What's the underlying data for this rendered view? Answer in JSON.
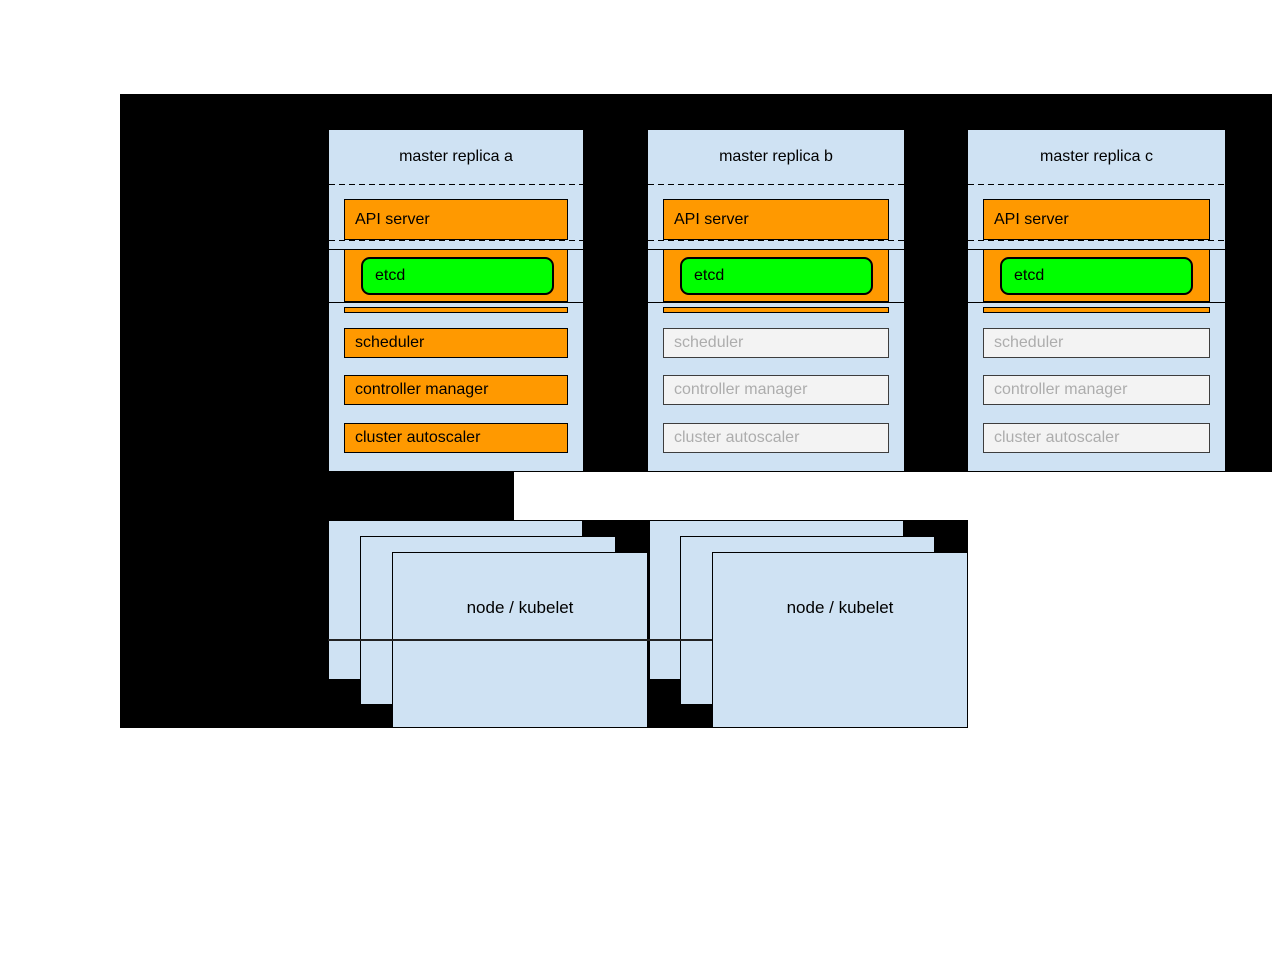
{
  "colors": {
    "canvas_black": "#000000",
    "panel_blue": "#cfe2f3",
    "active_orange": "#ff9900",
    "etcd_green": "#00ff00",
    "inactive_fill": "#f3f3f3",
    "inactive_text": "#adadad"
  },
  "masters": [
    {
      "title": "master replica a",
      "api_server": "API server",
      "etcd": "etcd",
      "scheduler": "scheduler",
      "controller_manager": "controller manager",
      "cluster_autoscaler": "cluster autoscaler",
      "state": "active"
    },
    {
      "title": "master replica b",
      "api_server": "API server",
      "etcd": "etcd",
      "scheduler": "scheduler",
      "controller_manager": "controller manager",
      "cluster_autoscaler": "cluster autoscaler",
      "state": "standby"
    },
    {
      "title": "master replica c",
      "api_server": "API server",
      "etcd": "etcd",
      "scheduler": "scheduler",
      "controller_manager": "controller manager",
      "cluster_autoscaler": "cluster autoscaler",
      "state": "standby"
    }
  ],
  "nodes": [
    {
      "label": "node / kubelet"
    },
    {
      "label": "node / kubelet"
    }
  ]
}
